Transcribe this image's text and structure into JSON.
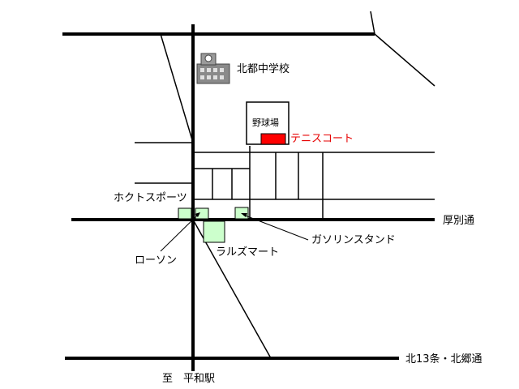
{
  "colors": {
    "road": "#000000",
    "shop_fill": "#ccffcc",
    "tennis_fill": "#ff0000",
    "tennis_text": "#e60000",
    "background": "#ffffff"
  },
  "icons": {
    "school": "school-building-icon"
  },
  "labels": {
    "school": "北都中学校",
    "baseball": "野球場",
    "tennis": "テニスコート",
    "hokuto_sports": "ホクトスポーツ",
    "atsubetsu_street": "厚別通",
    "gas_station": "ガソリンスタンド",
    "rals_mart": "ラルズマート",
    "lawson": "ローソン",
    "north13": "北13条・北郷通",
    "to_station": "至　平和駅"
  }
}
